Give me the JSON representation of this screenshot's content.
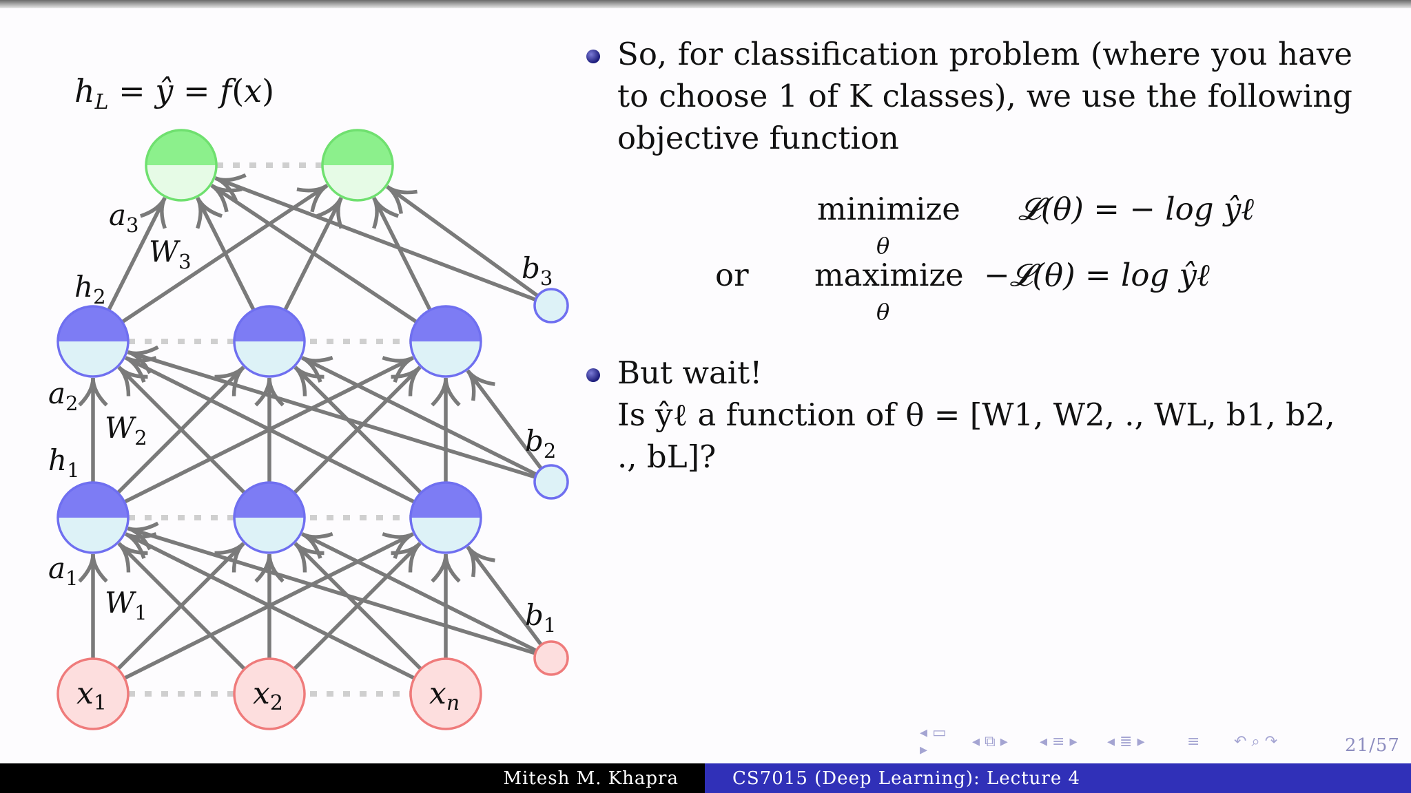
{
  "colors": {
    "output_fill": "#8cf08c",
    "output_light": "#e6fbe6",
    "output_stroke": "#6fe06f",
    "hidden_fill": "#7d7cf4",
    "hidden_light": "#ddf2f7",
    "hidden_stroke": "#6f6ff0",
    "input_fill": "#fddede",
    "input_stroke": "#ef7b7b",
    "edge": "#7a7a7a",
    "dotted": "#cfcfcf",
    "footer_left_bg": "#000000",
    "footer_right_bg": "#3030b8",
    "nav_icons": "#a4a4d2"
  },
  "network": {
    "output_label": "h_L = ŷ = f(x)",
    "layer_labels": {
      "a3": "a",
      "a3_sub": "3",
      "W3": "W",
      "W3_sub": "3",
      "h2": "h",
      "h2_sub": "2",
      "b3": "b",
      "b3_sub": "3",
      "a2": "a",
      "a2_sub": "2",
      "W2": "W",
      "W2_sub": "2",
      "h1": "h",
      "h1_sub": "1",
      "b2": "b",
      "b2_sub": "2",
      "a1": "a",
      "a1_sub": "1",
      "W1": "W",
      "W1_sub": "1",
      "b1": "b",
      "b1_sub": "1"
    },
    "inputs": [
      {
        "sym": "x",
        "sub": "1"
      },
      {
        "sym": "x",
        "sub": "2"
      },
      {
        "sym": "x",
        "sub": "n"
      }
    ]
  },
  "bullets": {
    "first_text": "So, for classification problem (where you have to choose 1 of K classes), we use the following objective function",
    "eq1_op": "minimize",
    "eq1_sub": "θ",
    "eq1_rhs": "𝓛(θ) = − log ŷℓ",
    "eq2_prefix": "or",
    "eq2_op": "maximize",
    "eq2_sub": "θ",
    "eq2_rhs": "−𝓛(θ) = log ŷℓ",
    "second_line1": "But wait!",
    "second_line2": "Is ŷℓ a function of θ = [W1, W2, ., WL, b1, b2, ., bL]?"
  },
  "footer": {
    "author": "Mitesh M. Khapra",
    "course": "CS7015 (Deep Learning): Lecture 4",
    "page": "21/57"
  },
  "nav_icons": [
    "nav-prev-frame-icon",
    "nav-frame-icon",
    "nav-next-frame-icon",
    "nav-prev-section-icon",
    "nav-section-icon",
    "nav-next-section-icon",
    "nav-prev-subsection-icon",
    "nav-subsection-icon",
    "nav-next-subsection-icon",
    "nav-list-icon",
    "nav-back-icon",
    "nav-search-icon",
    "nav-forward-icon"
  ]
}
